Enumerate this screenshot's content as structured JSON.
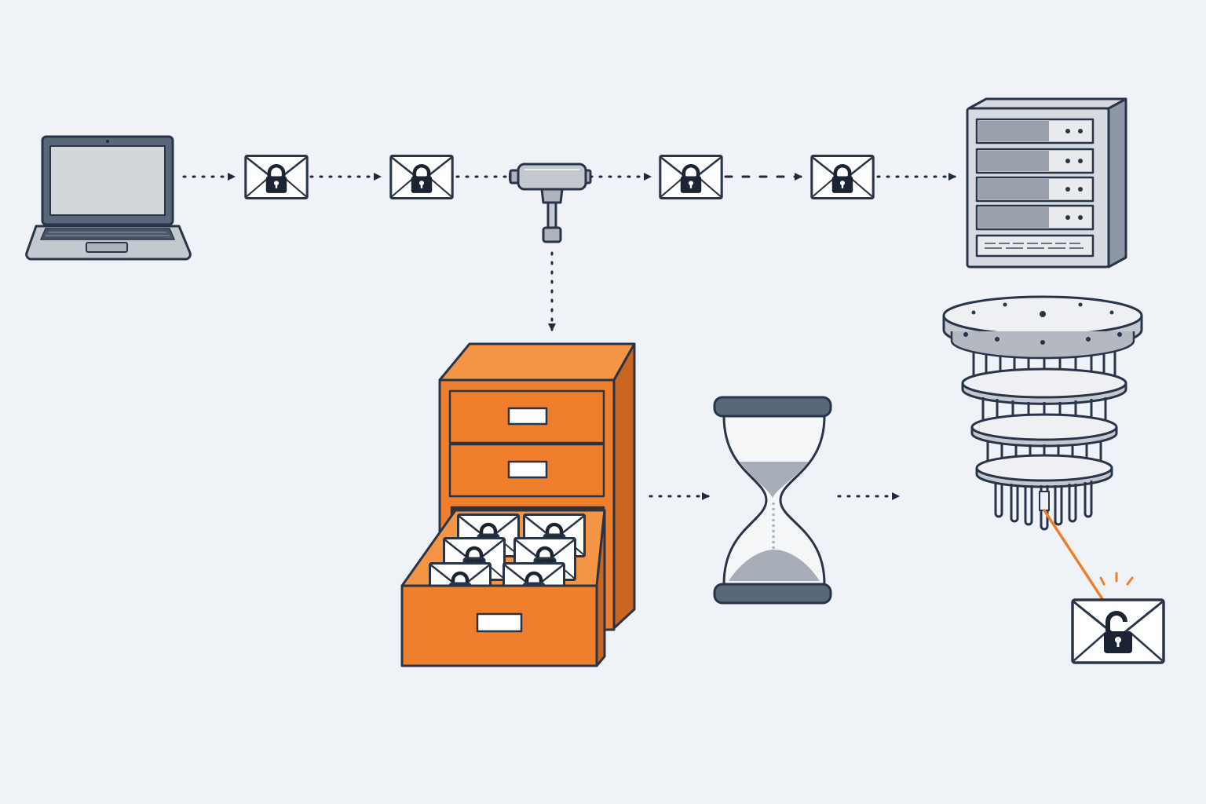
{
  "colors": {
    "background": "#eff2f6",
    "outline": "#283548",
    "accent_orange": "#ef7f2c",
    "metal": "#c4c8cf",
    "screen": "#d3d6db",
    "envelope": "#ffffff"
  },
  "nodes": [
    {
      "id": "laptop",
      "icon": "laptop-icon",
      "label": ""
    },
    {
      "id": "wiretap",
      "icon": "network-tap-icon",
      "label": ""
    },
    {
      "id": "server",
      "icon": "server-rack-icon",
      "label": ""
    },
    {
      "id": "archive",
      "icon": "filing-cabinet-icon",
      "label": ""
    },
    {
      "id": "wait",
      "icon": "hourglass-icon",
      "label": ""
    },
    {
      "id": "quantum",
      "icon": "quantum-computer-icon",
      "label": ""
    },
    {
      "id": "decrypted",
      "icon": "unlocked-envelope-icon",
      "label": ""
    }
  ],
  "messages": [
    {
      "id": "packet-1",
      "icon": "locked-envelope-icon",
      "state": "locked"
    },
    {
      "id": "packet-2",
      "icon": "locked-envelope-icon",
      "state": "locked"
    },
    {
      "id": "packet-3",
      "icon": "locked-envelope-icon",
      "state": "locked"
    },
    {
      "id": "packet-4",
      "icon": "locked-envelope-icon",
      "state": "locked"
    }
  ],
  "edges": [
    {
      "from": "laptop",
      "to": "packet-1",
      "style": "dotted"
    },
    {
      "from": "packet-1",
      "to": "packet-2",
      "style": "dotted"
    },
    {
      "from": "packet-2",
      "to": "wiretap",
      "style": "dotted"
    },
    {
      "from": "wiretap",
      "to": "packet-3",
      "style": "dotted"
    },
    {
      "from": "packet-3",
      "to": "packet-4",
      "style": "dashed"
    },
    {
      "from": "packet-4",
      "to": "server",
      "style": "dotted"
    },
    {
      "from": "wiretap",
      "to": "archive",
      "style": "dotted"
    },
    {
      "from": "archive",
      "to": "wait",
      "style": "dotted"
    },
    {
      "from": "wait",
      "to": "quantum",
      "style": "dotted"
    },
    {
      "from": "quantum",
      "to": "decrypted",
      "style": "beam"
    }
  ],
  "archive_contents": {
    "stored_envelopes": 6,
    "state": "locked"
  }
}
